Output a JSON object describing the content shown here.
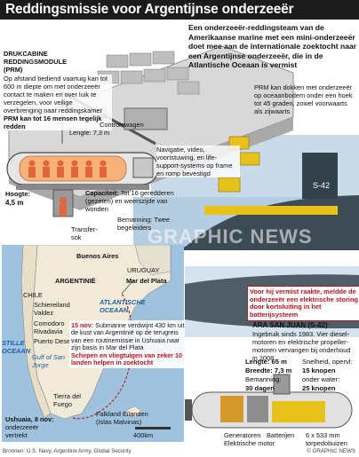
{
  "title": "Reddingsmissie voor Argentijnse onderzeeër",
  "intro": "Een onderzeeër-reddingsteam van de Amerikaanse marine met een mini-onderzeeër doet mee aan de internationale zoektocht naar een Argentijnse onderzeeër, die in de Atlantische Oceaan is vermist",
  "prm": {
    "heading1": "DRUKCABINE",
    "heading2": "REDDINGSMODULE",
    "heading3": "(PRM)",
    "text": "Op afstand bediend vaartuig kan tot 600 m diepte om met onderzeeër contact te maken en over luik te verzegelen, voor veilige overbrenging naar reddingskamer",
    "highlight": "PRM kan tot 16 mensen tegelijk redden",
    "length_label": "Lengte: 7,3 m",
    "height_label": "Hoogte:",
    "height_value": "4,5 m",
    "capacity_label": "Capaciteit:",
    "capacity_text": "Tot 16 geredderen (gezeten) en weerszijde van wonden",
    "crew_text": "Bemanning: Twee begeleiders",
    "transfer_label": "Transfer-sok",
    "nav_text": "Navigatie, video, voortstuwing, en life-support-systems op frame en romp bevestigd",
    "control_label": "Controlewagen",
    "dock_text": "PRM kan dokken met onderzeeër op oceaanbodem onder een hoek tot 45 graden, zowel voorwaarts als zijwaarts"
  },
  "map": {
    "buenos_aires": "Buenos Aires",
    "uruguay": "URUGUAY",
    "argentinie": "ARGENTINIË",
    "chile": "CHILE",
    "mar_del_plata": "Mar del Plata",
    "atlantic": "ATLANTISCHE OCEAAN",
    "pacific": "STILLE OCEAAN",
    "schiereiland": "Schiereiland Valdez",
    "comodoro": "Comodoro Rivadavia",
    "puerto_deseado": "Puerto Deseado",
    "gulf": "Gulf of San Jorge",
    "tierra": "Tierra del Fuego",
    "falkland": "Falkland Eilanden (Islas Malvinas)",
    "ushuaia": "Ushuaia, 8 nov:",
    "ushuaia_note": "onderzeeër vertrekt",
    "scale": "400km",
    "nov15_date": "15 nov:",
    "nov15_text": "Submarine verdwijnt 430 km uit de kust van Argentinië op de terugreis van een routinemissie in Ushuaia naar zijn basis in Mar del Plata",
    "nov15_highlight": "Schepen en vliegtuigen van zeker 10 landen helpen in zoektocht"
  },
  "sub": {
    "missing_note": "Voor hij vermist raakte, meldde de onderzeeër een elektrische storing door kortsluiting in het batterijsysteem",
    "name": "ARA SAN JUAN (S-42)",
    "desc": "Ingebruik sinds 1983. Vier diesel-motoren en elektrische propeller-motoren vervangen bij onderhoud in 2008",
    "length": "Lengte: 65 m",
    "beam": "Breedte: 7,3 m",
    "crew": "Bemanning:",
    "crew_value": "30 dagen",
    "speed": "Snelheid, opervl:",
    "speed_value1": "15 knopen",
    "speed_under": "onder water:",
    "speed_value2": "25 knopen",
    "generators": "Generatoren",
    "motor": "Elektrische motor",
    "batteries": "Batterijen",
    "torpedo": "6 x 533 mm torpedobuizen"
  },
  "watermark": "GRAPHIC NEWS",
  "sources": "Bronnen: U.S. Navy, Argentine Army, Global Security",
  "credit": "© GRAPHIC NEWS",
  "colors": {
    "accent_red": "#c0141b",
    "sea_blue": "#9fc3de",
    "hull": "#3d4b55",
    "yellow": "#e8c21a"
  }
}
